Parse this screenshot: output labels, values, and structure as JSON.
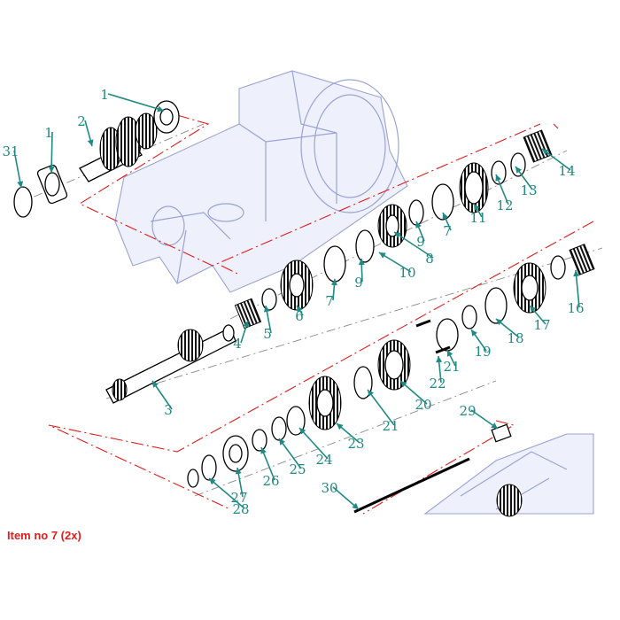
{
  "callouts": [
    "1",
    "2",
    "31",
    "1",
    "14",
    "13",
    "12",
    "11",
    "7",
    "9",
    "8",
    "10",
    "9",
    "7",
    "6",
    "5",
    "4",
    "3",
    "16",
    "17",
    "18",
    "19",
    "21",
    "22",
    "20",
    "21",
    "23",
    "24",
    "25",
    "26",
    "27",
    "28",
    "29",
    "30"
  ],
  "note": "Item no 7 (2x)",
  "colors": {
    "label": "#1f8a83",
    "explode_line": "#e01e1e",
    "housing": "#9aa3d6",
    "note": "#e01e1e"
  }
}
